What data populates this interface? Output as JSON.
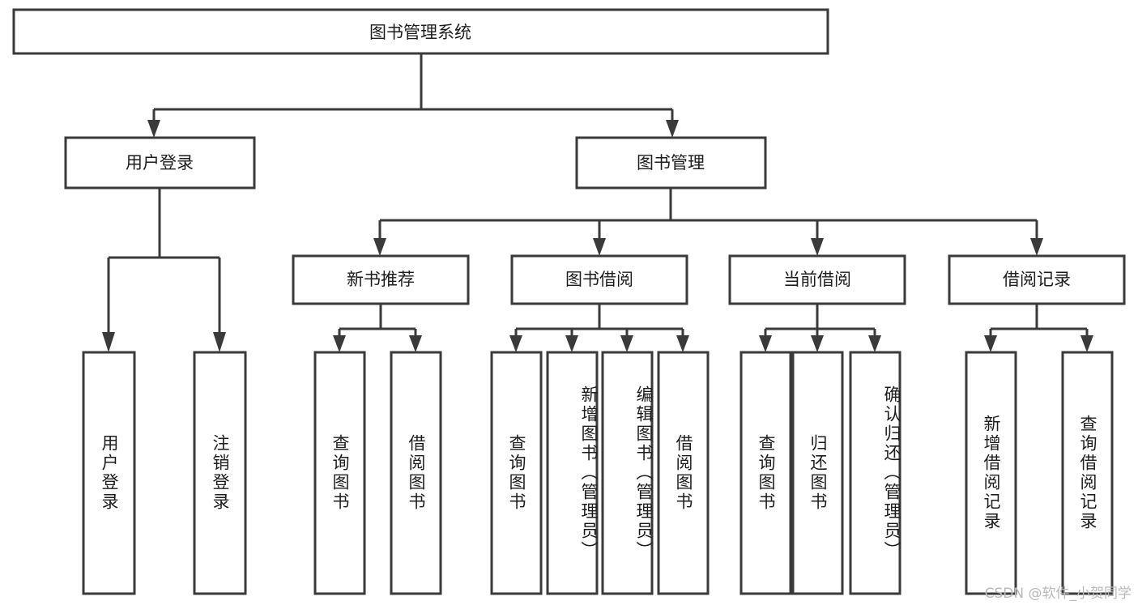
{
  "diagram": {
    "title": "图书管理系统",
    "type": "tree",
    "watermark": "CSDN @软件_小贺同学",
    "colors": {
      "box_fill": "#ffffff",
      "box_stroke": "#3a3a3a",
      "text": "#1d1d1d",
      "background": "#ffffff",
      "watermark": "#b9b9b9"
    },
    "levels": {
      "root": {
        "label": "图书管理系统"
      },
      "level2": [
        {
          "label": "用户登录"
        },
        {
          "label": "图书管理"
        }
      ],
      "level3": [
        {
          "label": "新书推荐"
        },
        {
          "label": "图书借阅"
        },
        {
          "label": "当前借阅"
        },
        {
          "label": "借阅记录"
        }
      ]
    },
    "leaves": {
      "user_login": [
        {
          "label": "用户登录"
        },
        {
          "label": "注销登录"
        }
      ],
      "new_book_recommend": [
        {
          "label": "查询图书"
        },
        {
          "label": "借阅图书"
        }
      ],
      "book_borrow": [
        {
          "label": "查询图书"
        },
        {
          "label": "新增图书（管理员）"
        },
        {
          "label": "编辑图书（管理员）"
        },
        {
          "label": "借阅图书"
        }
      ],
      "current_borrow": [
        {
          "label": "查询图书"
        },
        {
          "label": "归还图书"
        },
        {
          "label": "确认归还（管理员）"
        }
      ],
      "borrow_record": [
        {
          "label": "新增借阅记录"
        },
        {
          "label": "查询借阅记录"
        }
      ]
    }
  }
}
